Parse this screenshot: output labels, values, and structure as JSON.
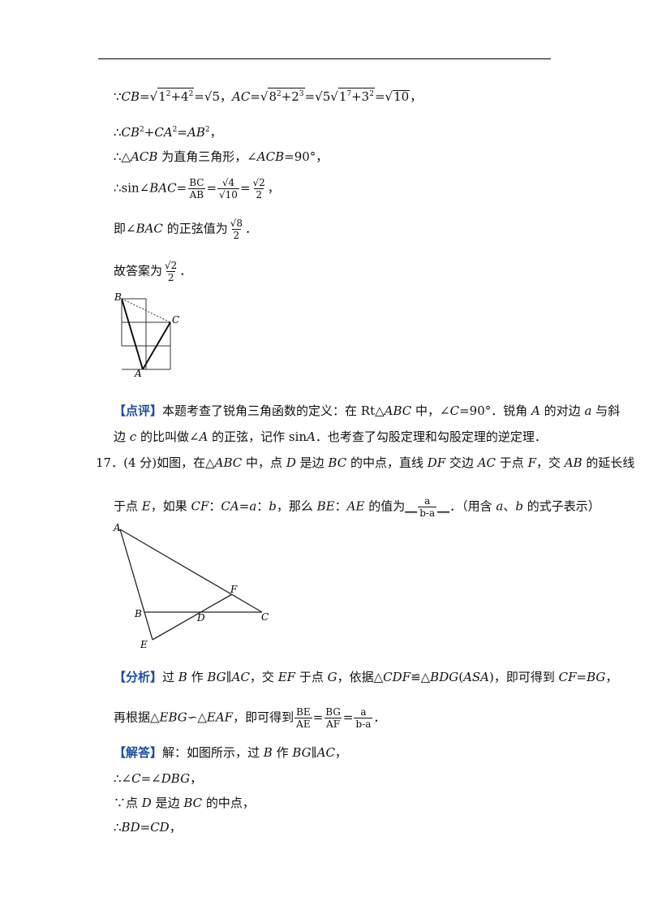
{
  "lines": {
    "l1": "∵CB=√(1²+4²)=√5，AC=√(8²+2³)=√5√(1⁷+3²)=√10，",
    "l2": "∴CB²+CA²=AB²，",
    "l3": "∴△ACB为直角三角形，∠ACB=90°，",
    "l4": "∴sin∠BAC=BC/AB=√4/√10=√2/2，",
    "l5": "即∠BAC的正弦值为√8/2．",
    "l6": "故答案为√2/2．",
    "review_tag": "【点评】",
    "review_1": "本题考查了锐角三角函数的定义：在Rt△ABC中，∠C=90°．锐角A的对边a与斜",
    "review_2": "边c的比叫做∠A的正弦，记作sinA．也考查了勾股定理和勾股定理的逆定理．",
    "q17_1": "17．(4分)如图，在△ABC中，点D是边BC的中点，直线DF交边AC于点F，交AB的延长线",
    "q17_2a": "于点E，如果CF：CA=a：b，那么BE：AE的值为",
    "q17_answer_num": "a",
    "q17_answer_den": "b-a",
    "q17_2b": "．（用含a、b的式子表示）",
    "analysis_tag": "【分析】",
    "analysis_1": "过B作BG∥AC，交EF于点G，依据△CDF≌△BDG(ASA)，即可得到CF=BG，",
    "analysis_2a": "再根据△EBG∽△EAF，即可得到",
    "analysis_2b": "．",
    "solution_tag": "【解答】",
    "solution_1": "解：如图所示，过B作BG∥AC，",
    "solution_2": "∴∠C=∠DBG，",
    "solution_3": "∵点D是边BC的中点，",
    "solution_4": "∴BD=CD，"
  },
  "fracs": {
    "bc_ab": [
      "BC",
      "AB"
    ],
    "r4_r10": [
      "√4",
      "√10"
    ],
    "r2_2": [
      "√2",
      "2"
    ],
    "r8_2": [
      "√8",
      "2"
    ],
    "be_ae": [
      "BE",
      "AE"
    ],
    "bg_af": [
      "BG",
      "AF"
    ],
    "a_ba": [
      "a",
      "b-a"
    ]
  },
  "figure1_labels": {
    "B": "B",
    "C": "C",
    "A": "A"
  },
  "figure2_labels": {
    "A": "A",
    "B": "B",
    "C": "C",
    "D": "D",
    "E": "E",
    "F": "F"
  }
}
